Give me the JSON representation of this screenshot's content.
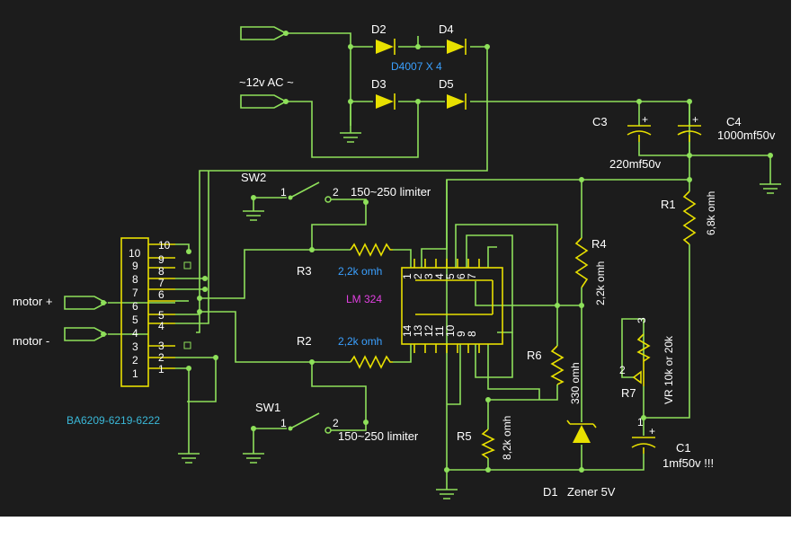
{
  "colors": {
    "background": "#1c1c1c",
    "wire": "#8ee05a",
    "component": "#e8e000",
    "label": "#ffffff",
    "value_blue": "#3aa0ff",
    "ic_label": "#e040e0",
    "chip_label": "#3ab8d8"
  },
  "labels": {
    "d2": "D2",
    "d4": "D4",
    "d3": "D3",
    "d5": "D5",
    "diodes_value": "D4007 X 4",
    "ac_input": "~12v AC ~",
    "c3": "C3",
    "c3_value": "220mf50v",
    "c4": "C4",
    "c4_value": "1000mf50v",
    "sw2": "SW2",
    "sw2_pin1": "1",
    "sw2_pin2": "2",
    "sw2_note": "150~250 limiter",
    "sw1": "SW1",
    "sw1_pin1": "1",
    "sw1_pin2": "2",
    "sw1_note": "150~250 limiter",
    "r1": "R1",
    "r1_value": "6,8k omh",
    "r3": "R3",
    "r3_value": "2,2k omh",
    "r2": "R2",
    "r2_value": "2,2k omh",
    "r4": "R4",
    "r4_value": "2,2k omh",
    "r5": "R5",
    "r5_value": "8,2k omh",
    "r6": "R6",
    "r6_value": "330 omh",
    "r7": "R7",
    "r7_value": "VR 10k or 20k",
    "r7_pin1": "1",
    "r7_pin2": "2",
    "r7_pin3": "3",
    "c1": "C1",
    "c1_value": "1mf50v !!!",
    "d1": "D1",
    "d1_value": "Zener 5V",
    "ic_name": "LM 324",
    "ic_top_pins": [
      "1",
      "2",
      "3",
      "4",
      "5",
      "6",
      "7"
    ],
    "ic_bottom_pins": [
      "14",
      "13",
      "12",
      "11",
      "10",
      "9",
      "8"
    ],
    "chip_name": "BA6209-6219-6222",
    "chip_pins_inner": [
      "10",
      "9",
      "8",
      "7",
      "6",
      "5",
      "4",
      "3",
      "2",
      "1"
    ],
    "chip_pins_outer": [
      "10",
      "9",
      "8",
      "7",
      "6",
      "5",
      "4",
      "3",
      "2",
      "1"
    ],
    "motor_plus": "motor +",
    "motor_minus": "motor -"
  }
}
